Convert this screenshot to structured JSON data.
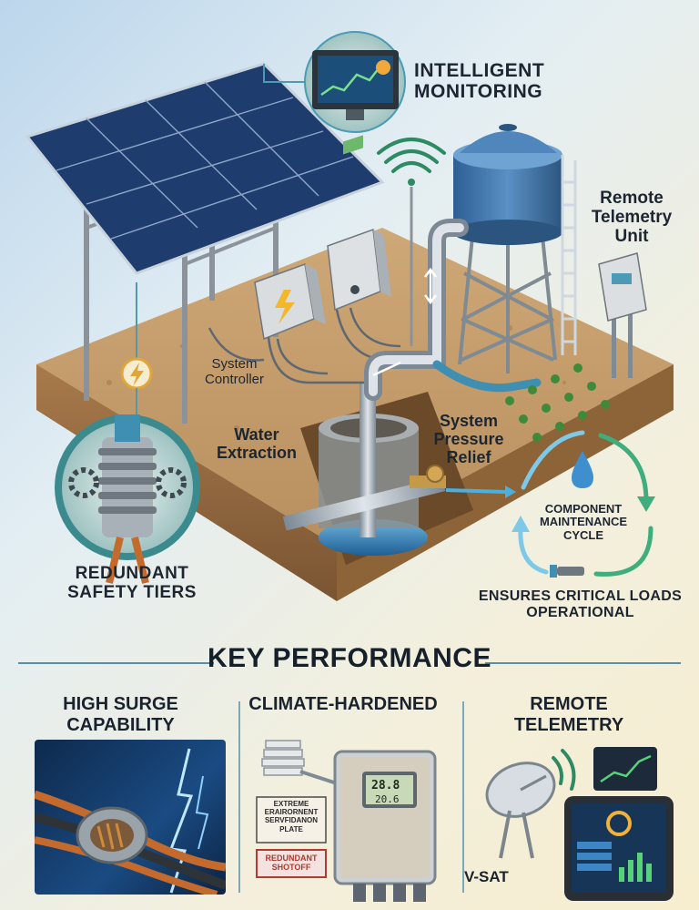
{
  "labels": {
    "intelligent_monitoring": "INTELLIGENT MONITORING",
    "remote_telemetry_unit": "Remote Telemetry Unit",
    "system_controller": "System Controller",
    "water_extraction": "Water Extraction",
    "system_pressure_relief": "System Pressure Relief",
    "component_maintenance_cycle": "COMPONENT MAINTENANCE CYCLE",
    "ensures_critical": "ENSURES CRITICAL LOADS OPERATIONAL",
    "redundant_safety_tiers": "REDUNDANT SAFETY TIERS"
  },
  "key_performance": {
    "title": "KEY PERFORMANCE",
    "columns": [
      {
        "title": "HIGH SURGE CAPABILITY"
      },
      {
        "title": "CLIMATE-HARDENED"
      },
      {
        "title": "REMOTE TELEMETRY"
      }
    ],
    "climate": {
      "readout_1": "28.8",
      "readout_2": "20.6",
      "plate": "EXTREME ERAIRORNENT SERVFIDANON PLATE",
      "tag": "REDUNDANT SHOTOFF"
    },
    "telemetry": {
      "vsat": "V-SAT"
    }
  },
  "colors": {
    "accent": "#3f8fb3",
    "dark_text": "#16202b",
    "soil": "#b58a5a",
    "panel": "#1e3d6e",
    "tank": "#3f74a8"
  }
}
